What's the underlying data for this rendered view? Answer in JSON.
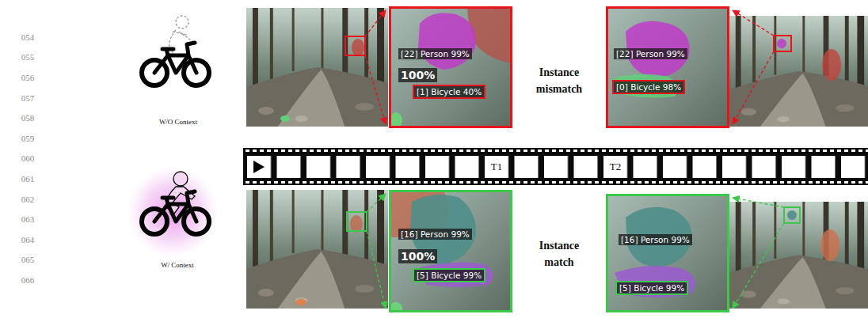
{
  "diagram": {
    "nodes": [
      {
        "text": [
          "[22] Person 99%",
          "100%"
        ]
      },
      {
        "text": [
          "[1] Bicycle 40%"
        ],
        "in": 0
      },
      {
        "text": [
          "[22] Person 99%"
        ]
      },
      {
        "text": [
          "[0] Bicycle 98%"
        ],
        "in": 2
      },
      {
        "text": [
          "T1",
          "T2"
        ]
      },
      {
        "text": [
          "[16] Person 99%",
          "100%"
        ]
      },
      {
        "text": [
          "[5] Bicycle 99%"
        ],
        "in": 5
      },
      {
        "text": [
          "[16] Person 99%"
        ]
      },
      {
        "text": [
          "[5] Bicycle 99%"
        ],
        "in": 7
      }
    ],
    "labels": [
      "054",
      "055",
      "056",
      "057",
      "058",
      "059",
      "060",
      "061",
      "062",
      "063",
      "064",
      "065",
      "066",
      "W/O Context",
      "Instance mismatch",
      "W/ Context",
      "Instance match"
    ]
  }
}
